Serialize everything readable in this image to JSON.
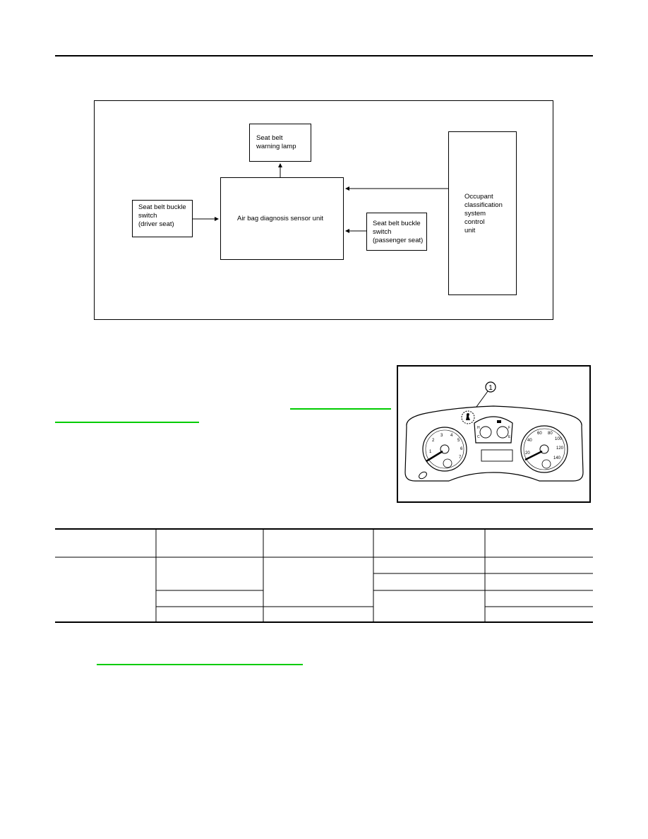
{
  "diagram": {
    "lamp": [
      "Seat belt",
      "warning lamp"
    ],
    "sensor": "Air bag diagnosis sensor unit",
    "driver_switch": [
      "Seat belt buckle",
      "switch",
      "(driver seat)"
    ],
    "passenger_switch": [
      "Seat belt buckle",
      "switch",
      "(passenger seat)"
    ],
    "ocs": [
      "Occupant",
      "classification",
      "system",
      "control",
      "unit"
    ]
  },
  "meter": {
    "callout": "1",
    "tacho_ticks": [
      "1",
      "2",
      "3",
      "4",
      "5",
      "6",
      "7"
    ],
    "speedo_ticks": [
      "20",
      "40",
      "60",
      "80",
      "100",
      "120",
      "140"
    ],
    "center_labels": [
      "H",
      "C",
      "F",
      "E"
    ]
  }
}
